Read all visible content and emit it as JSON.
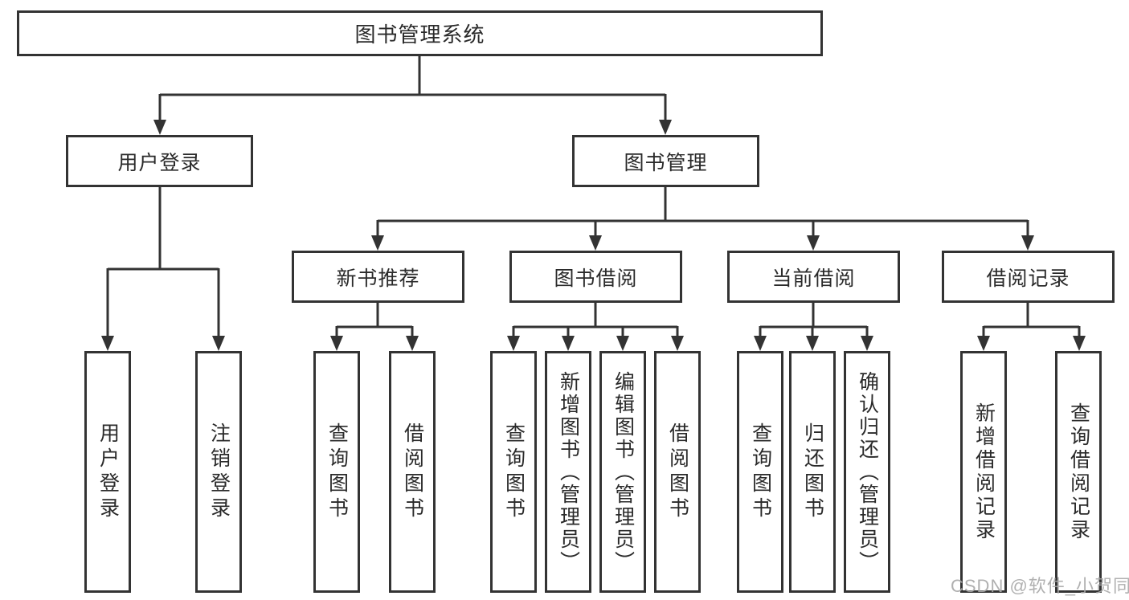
{
  "colors": {
    "line": "#333333",
    "box-border": "#333333",
    "text": "#2a2a2a",
    "watermark": "#a8a8a8",
    "background": "#ffffff"
  },
  "diagram": {
    "root": {
      "label": "图书管理系统"
    },
    "level2": [
      {
        "label": "用户登录"
      },
      {
        "label": "图书管理"
      }
    ],
    "level3": [
      {
        "label": "新书推荐"
      },
      {
        "label": "图书借阅"
      },
      {
        "label": "当前借阅"
      },
      {
        "label": "借阅记录"
      }
    ],
    "leaves": [
      {
        "label": "用户登录"
      },
      {
        "label": "注销登录"
      },
      {
        "label": "查询图书"
      },
      {
        "label": "借阅图书"
      },
      {
        "label": "查询图书"
      },
      {
        "label": "新增图书（管理员）"
      },
      {
        "label": "编辑图书（管理员）"
      },
      {
        "label": "借阅图书"
      },
      {
        "label": "查询图书"
      },
      {
        "label": "归还图书"
      },
      {
        "label": "确认归还（管理员）"
      },
      {
        "label": "新增借阅记录"
      },
      {
        "label": "查询借阅记录"
      }
    ],
    "watermark": "CSDN @软件_小贺同学"
  }
}
